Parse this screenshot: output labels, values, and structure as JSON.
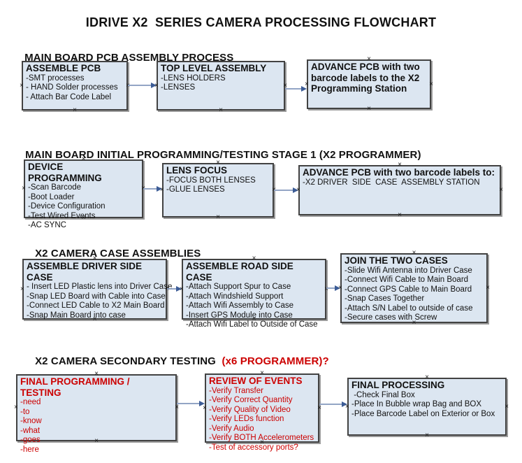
{
  "title": "IDRIVE X2  SERIES CAMERA PROCESSING FLOWCHART",
  "colors": {
    "box_fill": "#dce6f1",
    "box_border": "#424242",
    "box_shadow": "#9b9b9b",
    "arrow_line": "#93a5c5",
    "arrow_head": "#3c5c96",
    "red_text": "#cc0000",
    "black_text": "#111111"
  },
  "sections": [
    {
      "heading": "MAIN BOARD PCB ASSEMBLY PROCESS",
      "boxes": [
        {
          "title": "ASSEMBLE PCB",
          "lines": [
            "-SMT processes",
            "- HAND Solder processes",
            "- Attach Bar Code Label"
          ]
        },
        {
          "title": "TOP LEVEL ASSEMBLY",
          "lines": [
            "-LENS HOLDERS",
            "-LENSES"
          ]
        },
        {
          "title": "ADVANCE PCB with two barcode labels to the X2 Programming Station",
          "lines": []
        }
      ]
    },
    {
      "heading": "MAIN BOARD INITIAL PROGRAMMING/TESTING STAGE 1 (X2 PROGRAMMER)",
      "boxes": [
        {
          "title": "DEVICE PROGRAMMING",
          "lines": [
            "-Scan Barcode",
            "-Boot Loader",
            "-Device Configuration",
            "-Test Wired Events",
            "-AC SYNC"
          ]
        },
        {
          "title": "LENS FOCUS",
          "lines": [
            "-FOCUS BOTH LENSES",
            "-GLUE LENSES"
          ]
        },
        {
          "title": "ADVANCE PCB with two barcode labels to:",
          "lines": [
            "-X2 DRIVER  SIDE  CASE  ASSEMBLY STATION"
          ]
        }
      ]
    },
    {
      "heading": "X2 CAMERA CASE ASSEMBLIES",
      "boxes": [
        {
          "title": "ASSEMBLE DRIVER SIDE CASE",
          "lines": [
            "- Insert LED Plastic lens into Driver Case",
            "-Snap LED Board with Cable into Case",
            "-Connect LED Cable to X2 Main Board",
            "-Snap Main Board into case"
          ]
        },
        {
          "title": "ASSEMBLE ROAD SIDE CASE",
          "lines": [
            "-Attach Support Spur to Case",
            "-Attach Windshield Support",
            "-Attach Wifi Assembly to Case",
            "-Insert GPS Module into Case",
            "-Attach Wifi Label to Outside of Case"
          ]
        },
        {
          "title": "JOIN THE TWO CASES",
          "lines": [
            "-Slide Wifi Antenna into Driver Case",
            "-Connect Wifi Cable to Main Board",
            "-Connect GPS Cable to Main Board",
            "-Snap Cases Together",
            "-Attach S/N Label to outside of case",
            "-Secure cases with Screw"
          ]
        }
      ]
    },
    {
      "heading": "X2 CAMERA SECONDARY TESTING ",
      "heading_suffix": " (x6 PROGRAMMER)?",
      "boxes": [
        {
          "title": "FINAL PROGRAMMING / TESTING",
          "lines": [
            "-need",
            "-to",
            "-know",
            "-what",
            "-goes",
            "-here"
          ]
        },
        {
          "title": "REVIEW OF EVENTS",
          "lines": [
            "-Verify Transfer",
            "-Verify Correct Quantity",
            "-Verify Quality of Video",
            "-Verify LEDs function",
            "-Verify Audio",
            "-Verify BOTH Accelerometers",
            "-Test of accessory ports?"
          ]
        },
        {
          "title": "FINAL PROCESSING",
          "lines": [
            " -Check Final Box",
            "-Place In Bubble wrap Bag and BOX",
            "-Place Barcode Label on Exterior or Box"
          ]
        }
      ]
    }
  ]
}
